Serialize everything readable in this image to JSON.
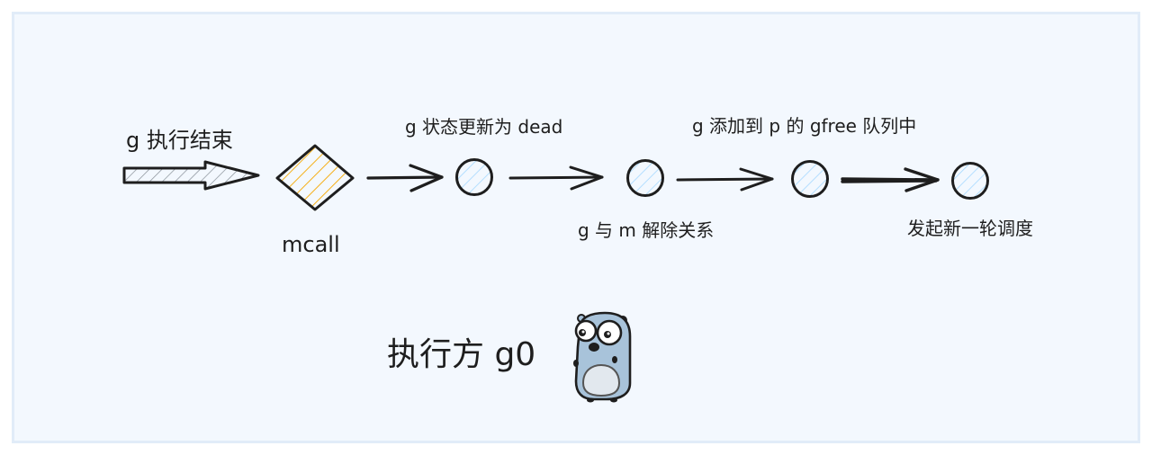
{
  "diagram": {
    "title": "g 执行结束",
    "colors": {
      "background": "#f3f8fe",
      "frame_border": "#e1ecf8",
      "stroke": "#1e1e1e",
      "node_hatch": "#a5d8ff",
      "diamond_hatch": "#f5a800",
      "arrow_hatch": "#868e96",
      "gopher_body": "#a8c3da"
    },
    "nodes": [
      {
        "id": "mcall",
        "shape": "diamond",
        "label": "mcall"
      },
      {
        "id": "step1",
        "shape": "circle",
        "label": "g 状态更新为 dead"
      },
      {
        "id": "step2",
        "shape": "circle",
        "label": "g 与 m 解除关系"
      },
      {
        "id": "step3",
        "shape": "circle",
        "label": "g 添加到 p 的 gfree 队列中"
      },
      {
        "id": "step4",
        "shape": "circle",
        "label": "发起新一轮调度"
      }
    ],
    "edges": [
      {
        "from": "start",
        "to": "mcall",
        "style": "block-arrow"
      },
      {
        "from": "mcall",
        "to": "step1"
      },
      {
        "from": "step1",
        "to": "step2"
      },
      {
        "from": "step2",
        "to": "step3"
      },
      {
        "from": "step3",
        "to": "step4"
      }
    ],
    "executor": {
      "label": "执行方 g0",
      "icon": "gopher-mascot-icon"
    }
  }
}
